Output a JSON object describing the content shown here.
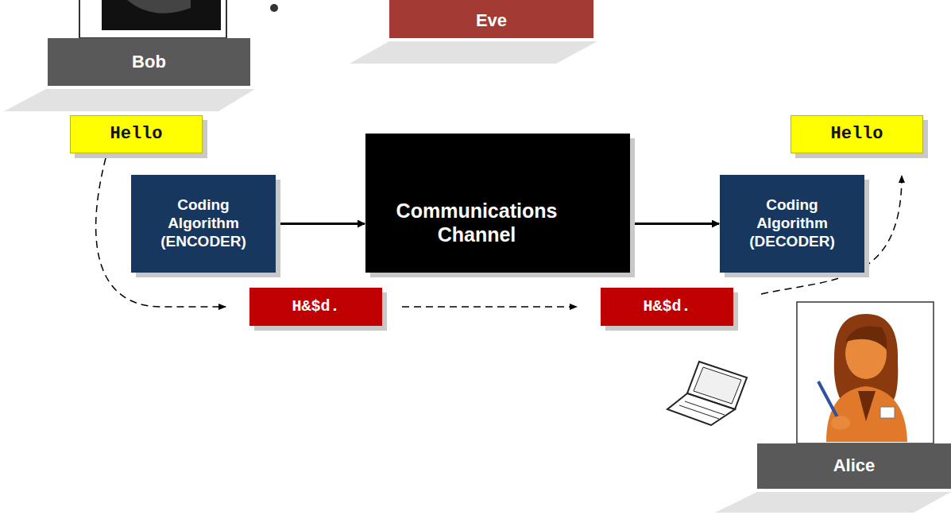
{
  "diagram": {
    "nodes": [
      {
        "text": [
          "Bob"
        ]
      },
      {
        "text": [
          "Eve"
        ]
      },
      {
        "text": [
          "Hello"
        ]
      },
      {
        "text": [
          "Hello"
        ]
      },
      {
        "text": [
          "Coding Algorithm (ENCODER)"
        ]
      },
      {
        "text": [
          "Communications Channel"
        ]
      },
      {
        "text": [
          "Coding Algorithm (DECODER)"
        ]
      },
      {
        "text": [
          "H&$d."
        ]
      },
      {
        "text": [
          "H&$d."
        ]
      },
      {
        "text": [
          "Alice"
        ]
      }
    ],
    "edges": [
      {
        "from": 4,
        "to": 5,
        "arrow": "to"
      },
      {
        "from": 5,
        "to": 6,
        "arrow": "to"
      },
      {
        "from": 2,
        "to": 7,
        "arrow": "to"
      },
      {
        "from": 7,
        "to": 8,
        "arrow": "to"
      },
      {
        "from": 8,
        "to": 3,
        "arrow": "to"
      }
    ]
  }
}
